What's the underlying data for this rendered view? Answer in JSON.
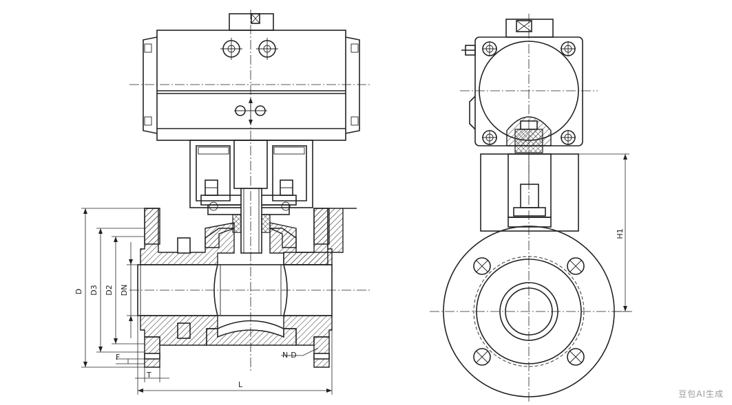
{
  "labels": {
    "D": "D",
    "D3": "D3",
    "D2": "D2",
    "DN": "DN",
    "F": "F",
    "T": "T",
    "L": "L",
    "ND": "N-D",
    "H1": "H1"
  },
  "watermark": "豆包AI生成",
  "colors": {
    "line": "#222222",
    "background": "#ffffff"
  }
}
